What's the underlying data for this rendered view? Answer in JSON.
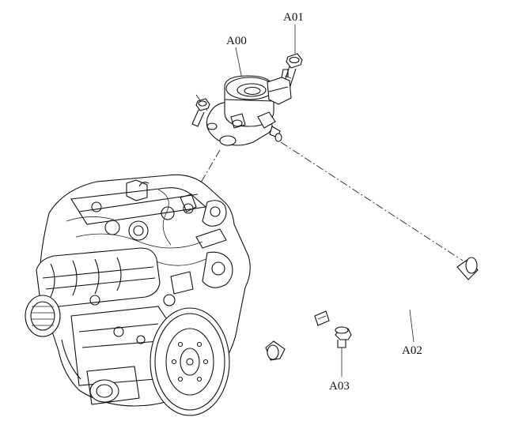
{
  "callouts": {
    "a00": "A00",
    "a01": "A01",
    "a02": "A02",
    "a03": "A03"
  }
}
